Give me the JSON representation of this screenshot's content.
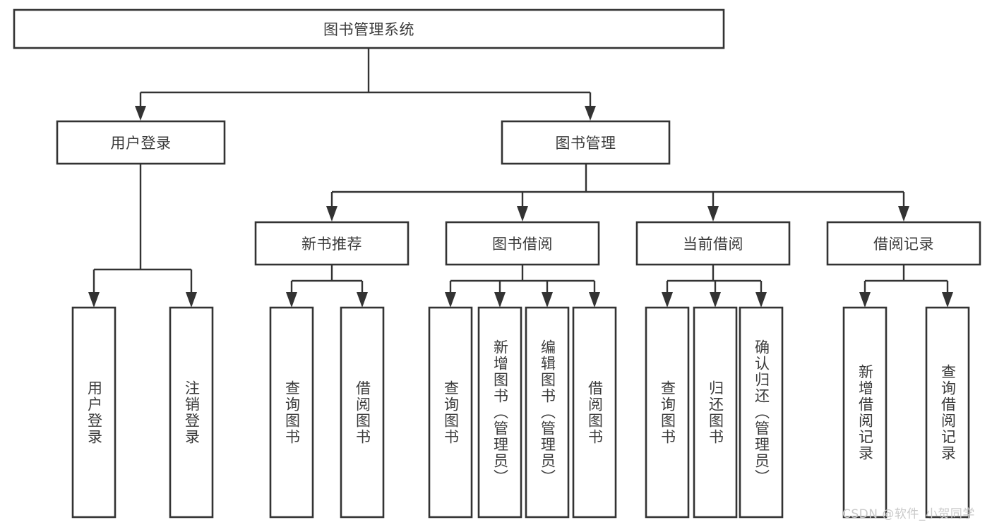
{
  "diagram": {
    "title": "图书管理系统",
    "type": "tree-hierarchy",
    "colors": {
      "box_stroke": "#333333",
      "box_fill": "#ffffff",
      "text": "#3b3b3b",
      "background": "#ffffff",
      "watermark": "#c9c9c9"
    },
    "root": {
      "label": "图书管理系统"
    },
    "level2": [
      {
        "label": "用户登录"
      },
      {
        "label": "图书管理"
      }
    ],
    "level3": [
      {
        "label": "新书推荐"
      },
      {
        "label": "图书借阅"
      },
      {
        "label": "当前借阅"
      },
      {
        "label": "借阅记录"
      }
    ],
    "leaves": [
      {
        "label": "用户登录"
      },
      {
        "label": "注销登录"
      },
      {
        "label": "查询图书"
      },
      {
        "label": "借阅图书"
      },
      {
        "label": "查询图书"
      },
      {
        "label": "新增图书（管理员）"
      },
      {
        "label": "编辑图书（管理员）"
      },
      {
        "label": "借阅图书"
      },
      {
        "label": "查询图书"
      },
      {
        "label": "归还图书"
      },
      {
        "label": "确认归还（管理员）"
      },
      {
        "label": "新增借阅记录"
      },
      {
        "label": "查询借阅记录"
      }
    ]
  },
  "watermark": {
    "text": "CSDN @软件_小贺同学"
  }
}
